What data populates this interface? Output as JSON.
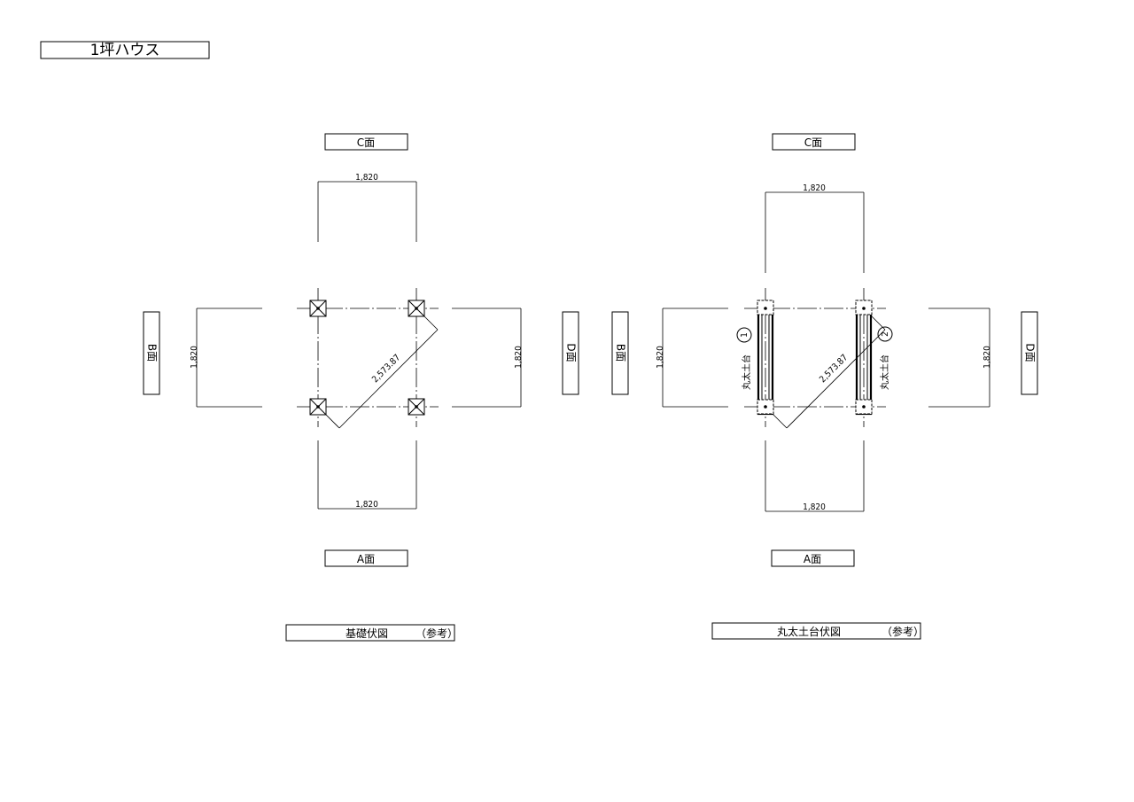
{
  "title": "1坪ハウス",
  "left_plan": {
    "face_top": "C面",
    "face_bottom": "A面",
    "face_left": "B面",
    "face_right": "D面",
    "dim_top": "1,820",
    "dim_bottom": "1,820",
    "dim_left": "1,820",
    "dim_right": "1,820",
    "diagonal": "2,573.87",
    "caption": "基礎伏図",
    "caption_note": "（参考）"
  },
  "right_plan": {
    "face_top": "C面",
    "face_bottom": "A面",
    "face_left": "B面",
    "face_right": "D面",
    "dim_top": "1,820",
    "dim_bottom": "1,820",
    "dim_left": "1,820",
    "dim_right": "1,820",
    "diagonal": "2,573.87",
    "sill_left_label": "丸太土台",
    "sill_right_label": "丸太土台",
    "marker_1": "1",
    "marker_2": "2",
    "caption": "丸太土台伏図",
    "caption_note": "（参考）"
  }
}
